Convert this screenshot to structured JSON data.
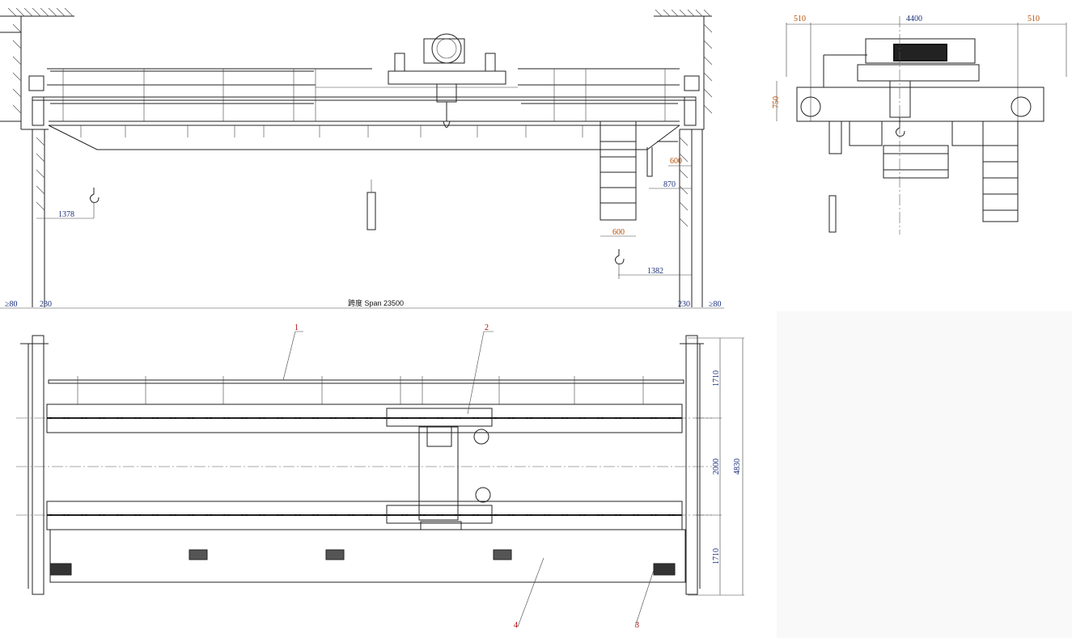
{
  "elevation_view": {
    "span_label": "跨度 Span  23500",
    "dims": {
      "left_clearance": "≥80",
      "left_offset": "230",
      "right_offset": "230",
      "right_clearance": "≥80",
      "left_hook_limit": "1378",
      "right_hook_limit": "1382",
      "ladder_width": "600",
      "platform_600": "600",
      "platform_870": "870"
    }
  },
  "side_view": {
    "dims": {
      "left_overhang": "510",
      "trolley_gauge": "4400",
      "right_overhang": "510",
      "height": "750"
    }
  },
  "plan_view": {
    "dims": {
      "top": "1710",
      "middle": "2000",
      "bottom": "1710",
      "total": "4830"
    },
    "part_numbers": [
      "1",
      "2",
      "3",
      "4"
    ]
  },
  "colors": {
    "line": "#222222",
    "dimension_blue": "#1a2f7a",
    "dimension_orange": "#b34a00",
    "part_number": "#b00000"
  }
}
